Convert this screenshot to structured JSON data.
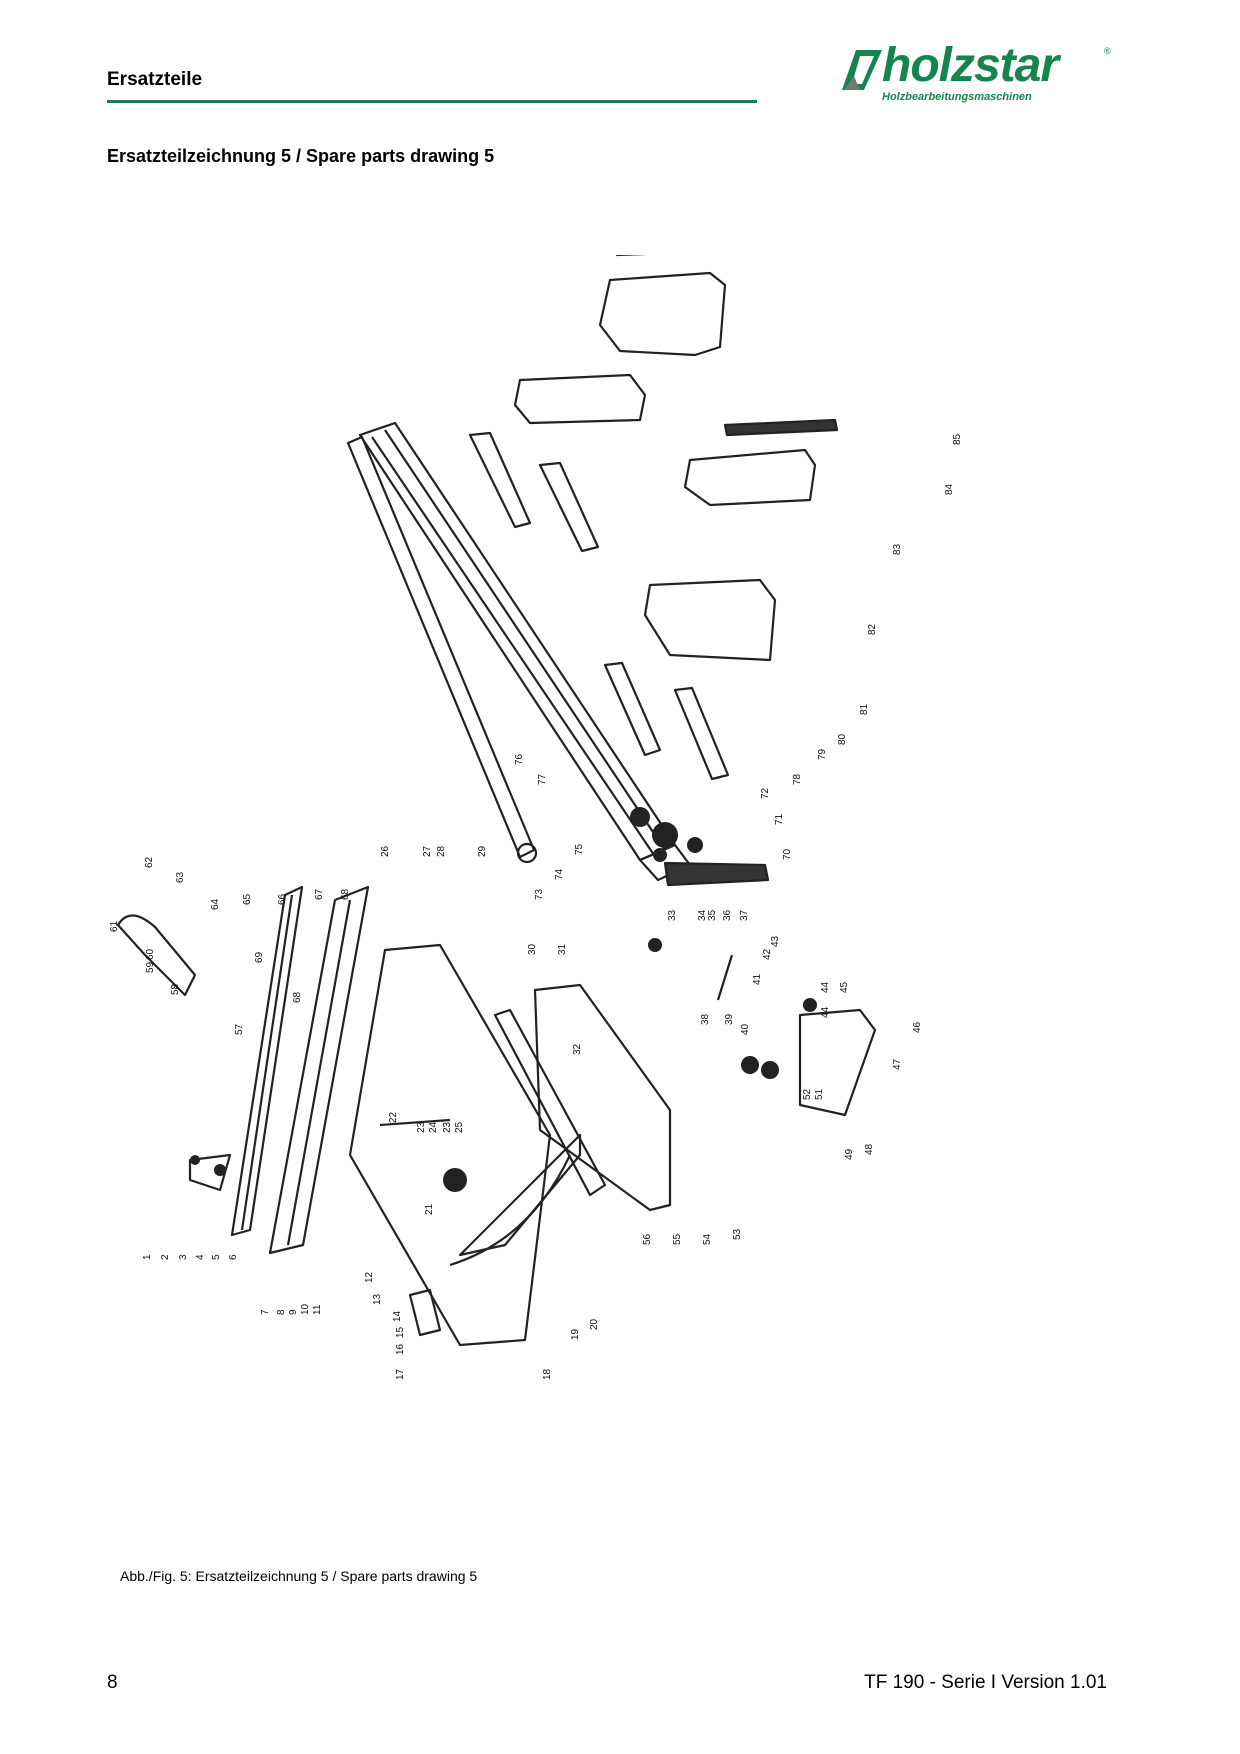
{
  "header": {
    "section_title": "Ersatzteile",
    "rule_color": "#1d7a4a"
  },
  "logo": {
    "brand": "holzstar",
    "registered": "®",
    "tagline": "Holzbearbeitungsmaschinen",
    "color": "#15854d"
  },
  "drawing": {
    "heading": "Ersatzteilzeichnung 5 / Spare parts drawing 5",
    "part_numbers": [
      "1",
      "2",
      "3",
      "4",
      "5",
      "6",
      "7",
      "8",
      "9",
      "10",
      "11",
      "12",
      "13",
      "14",
      "15",
      "16",
      "17",
      "18",
      "19",
      "20",
      "21",
      "22",
      "23",
      "24",
      "23",
      "25",
      "26",
      "27",
      "28",
      "29",
      "30",
      "31",
      "32",
      "33",
      "34",
      "35",
      "36",
      "37",
      "38",
      "39",
      "40",
      "41",
      "42",
      "43",
      "44",
      "45",
      "44",
      "46",
      "47",
      "48",
      "49",
      "51",
      "52",
      "53",
      "54",
      "55",
      "56",
      "57",
      "58",
      "59",
      "60",
      "61",
      "62",
      "63",
      "64",
      "65",
      "66",
      "67",
      "68",
      "68",
      "69",
      "70",
      "71",
      "72",
      "73",
      "74",
      "75",
      "76",
      "77",
      "78",
      "79",
      "80",
      "81",
      "82",
      "83",
      "84",
      "85"
    ]
  },
  "caption": "Abb./Fig. 5: Ersatzteilzeichnung 5 / Spare parts drawing 5",
  "footer": {
    "page_number": "8",
    "doc_version": "TF 190 - Serie I Version 1.01"
  }
}
